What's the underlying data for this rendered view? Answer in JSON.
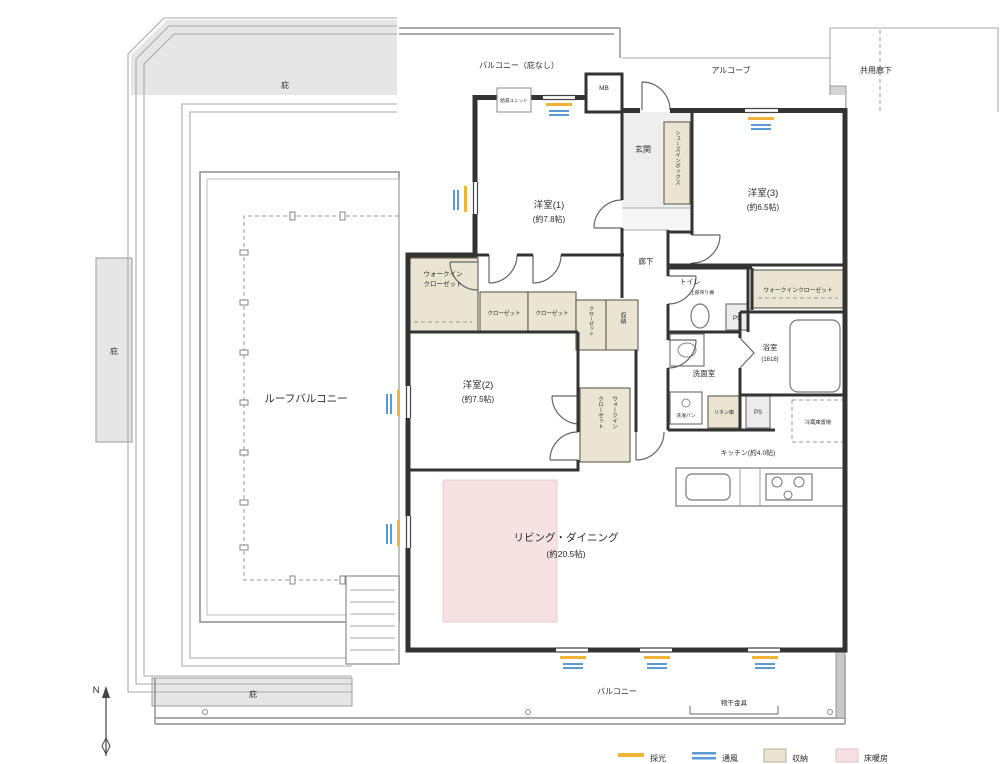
{
  "colors": {
    "wall": "#333333",
    "daylight": "#f2b437",
    "ventilation": "#5b9bd5",
    "storage_fill": "#e9e5d2",
    "heating_fill": "#f6e2e2",
    "exterior_gray": "#e6e6e6"
  },
  "plan": {
    "balcony_top": "バルコニー（庇なし）",
    "hot_water_unit": "給湯ユニット",
    "mb": "MB",
    "alcove": "アルコーブ",
    "common_corridor": "共用廊下",
    "entrance": "玄関",
    "shoe_box": "シューズインボックス",
    "room1_name": "洋室(1)",
    "room1_size": "(約7.8帖)",
    "room2_name": "洋室(2)",
    "room2_size": "(約7.5帖)",
    "room3_name": "洋室(3)",
    "room3_size": "(約6.5帖)",
    "hallway": "廊下",
    "toilet": "トイレ",
    "toilet_shelf": "上部吊り棚",
    "ps1": "PS",
    "ps2": "PS",
    "wic_left_line1": "ウォークイン",
    "wic_left_line2": "クローゼット",
    "wic_right": "ウォークインクローゼット",
    "wic2_line1": "ウォークイン",
    "wic2_line2": "クローゼット",
    "closet1": "クローゼット",
    "closet2": "クローゼット",
    "closet3": "クローゼット",
    "storage_small": "収納",
    "bath_name": "浴室",
    "bath_size": "(1618)",
    "washroom": "洗面室",
    "laundry_pan": "洗濯パン",
    "linen": "リネン庫",
    "fridge": "冷蔵庫置場",
    "kitchen": "キッチン(約4.0帖)",
    "living_name": "リビング・ダイニング",
    "living_size": "(約20.5帖)",
    "roof_balcony": "ルーフバルコニー",
    "balcony_bottom": "バルコニー",
    "laundry_bracket": "物干金具",
    "eaves_top": "庇",
    "eaves_left": "庇",
    "eaves_bottom": "庇",
    "north": "N"
  },
  "legend": {
    "daylight": "採光",
    "ventilation": "通風",
    "storage": "収納",
    "floor_heating": "床暖房"
  }
}
